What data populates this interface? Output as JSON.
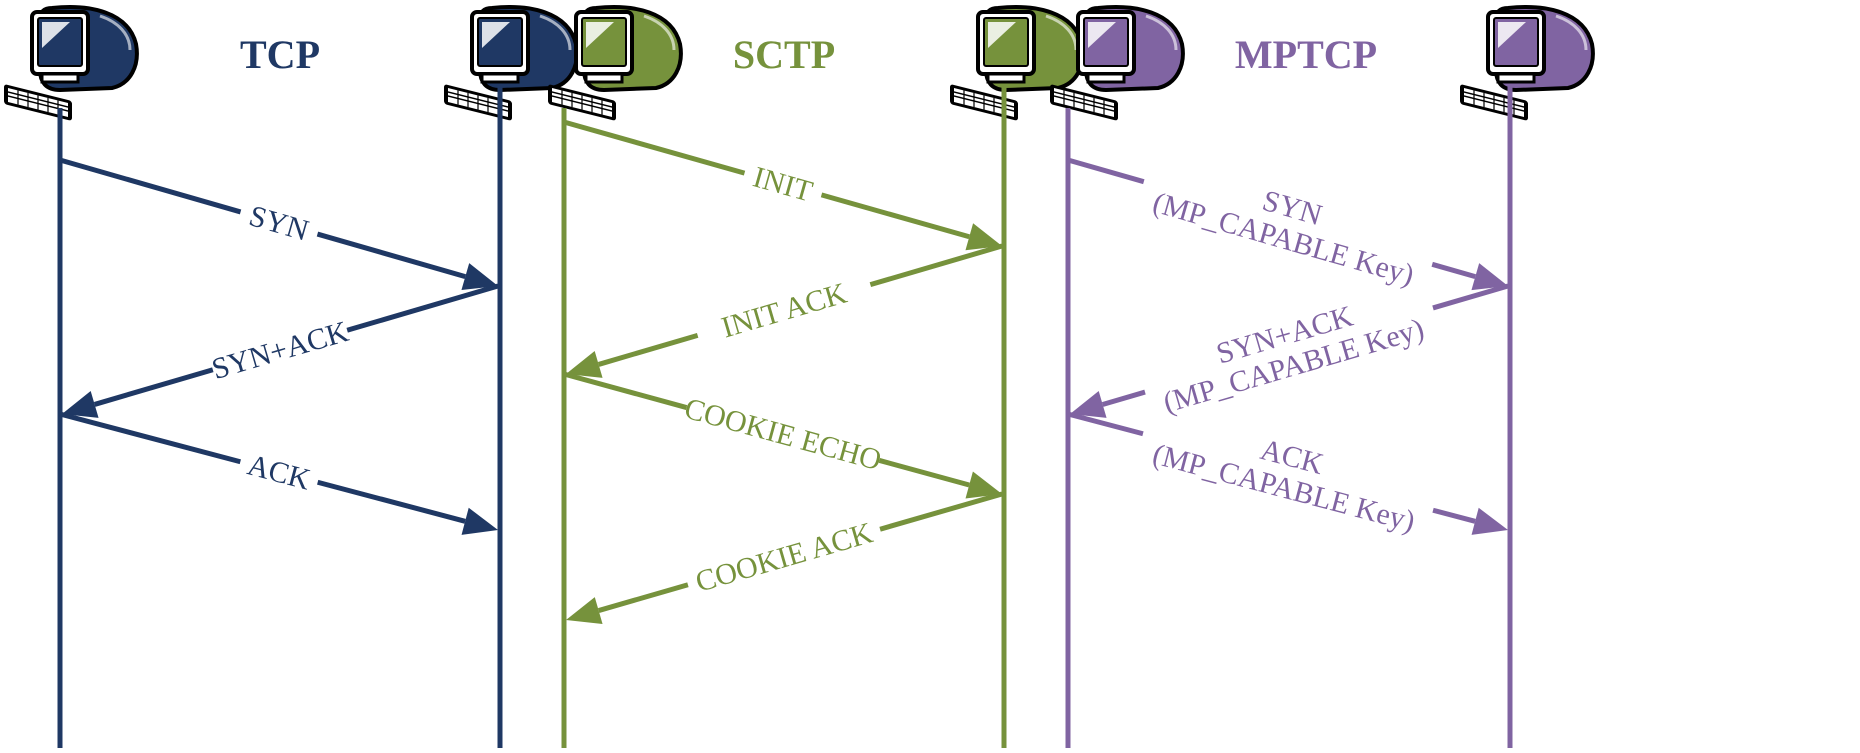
{
  "colors": {
    "tcp": "#1f3864",
    "sctp": "#76923c",
    "mptcp": "#8064a2",
    "background": "#ffffff"
  },
  "panels": [
    {
      "id": "tcp",
      "title": "TCP",
      "color": "#1f3864",
      "left_host_icon": "computer-icon",
      "right_host_icon": "computer-icon",
      "messages": [
        {
          "label": [
            "SYN"
          ],
          "direction": "right"
        },
        {
          "label": [
            "SYN+ACK"
          ],
          "direction": "left"
        },
        {
          "label": [
            "ACK"
          ],
          "direction": "right"
        }
      ]
    },
    {
      "id": "sctp",
      "title": "SCTP",
      "color": "#76923c",
      "left_host_icon": "computer-icon",
      "right_host_icon": "computer-icon",
      "messages": [
        {
          "label": [
            "INIT"
          ],
          "direction": "right"
        },
        {
          "label": [
            "INIT ACK"
          ],
          "direction": "left"
        },
        {
          "label": [
            "COOKIE ECHO"
          ],
          "direction": "right"
        },
        {
          "label": [
            "COOKIE ACK"
          ],
          "direction": "left"
        }
      ]
    },
    {
      "id": "mptcp",
      "title": "MPTCP",
      "color": "#8064a2",
      "left_host_icon": "computer-icon",
      "right_host_icon": "computer-icon",
      "messages": [
        {
          "label": [
            "SYN",
            "(MP_CAPABLE Key)"
          ],
          "direction": "right"
        },
        {
          "label": [
            "SYN+ACK",
            "(MP_CAPABLE Key)"
          ],
          "direction": "left"
        },
        {
          "label": [
            "ACK",
            "(MP_CAPABLE Key)"
          ],
          "direction": "right"
        }
      ]
    }
  ]
}
